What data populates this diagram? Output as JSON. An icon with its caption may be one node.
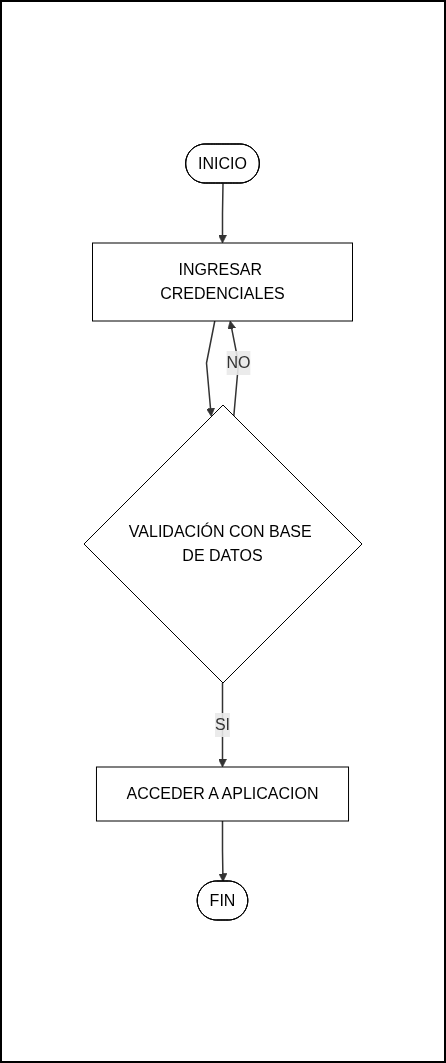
{
  "diagram": {
    "nodes": [
      {
        "text": [
          "INICIO"
        ]
      },
      {
        "text": [
          "INGRESAR CREDENCIALES"
        ]
      },
      {
        "text": [
          "VALIDACIÓN CON BASE DE DATOS"
        ]
      },
      {
        "text": [
          "ACCEDER A APLICACION"
        ]
      },
      {
        "text": [
          "FIN"
        ]
      }
    ],
    "edges": [
      {
        "from": 0,
        "to": 1,
        "arrow": "to"
      },
      {
        "from": 1,
        "to": 2,
        "arrow": "to"
      },
      {
        "from": 2,
        "to": 1,
        "arrow": "to",
        "label": "NO"
      },
      {
        "from": 2,
        "to": 3,
        "arrow": "to",
        "label": "SI"
      },
      {
        "from": 3,
        "to": 4,
        "arrow": "to"
      }
    ]
  }
}
